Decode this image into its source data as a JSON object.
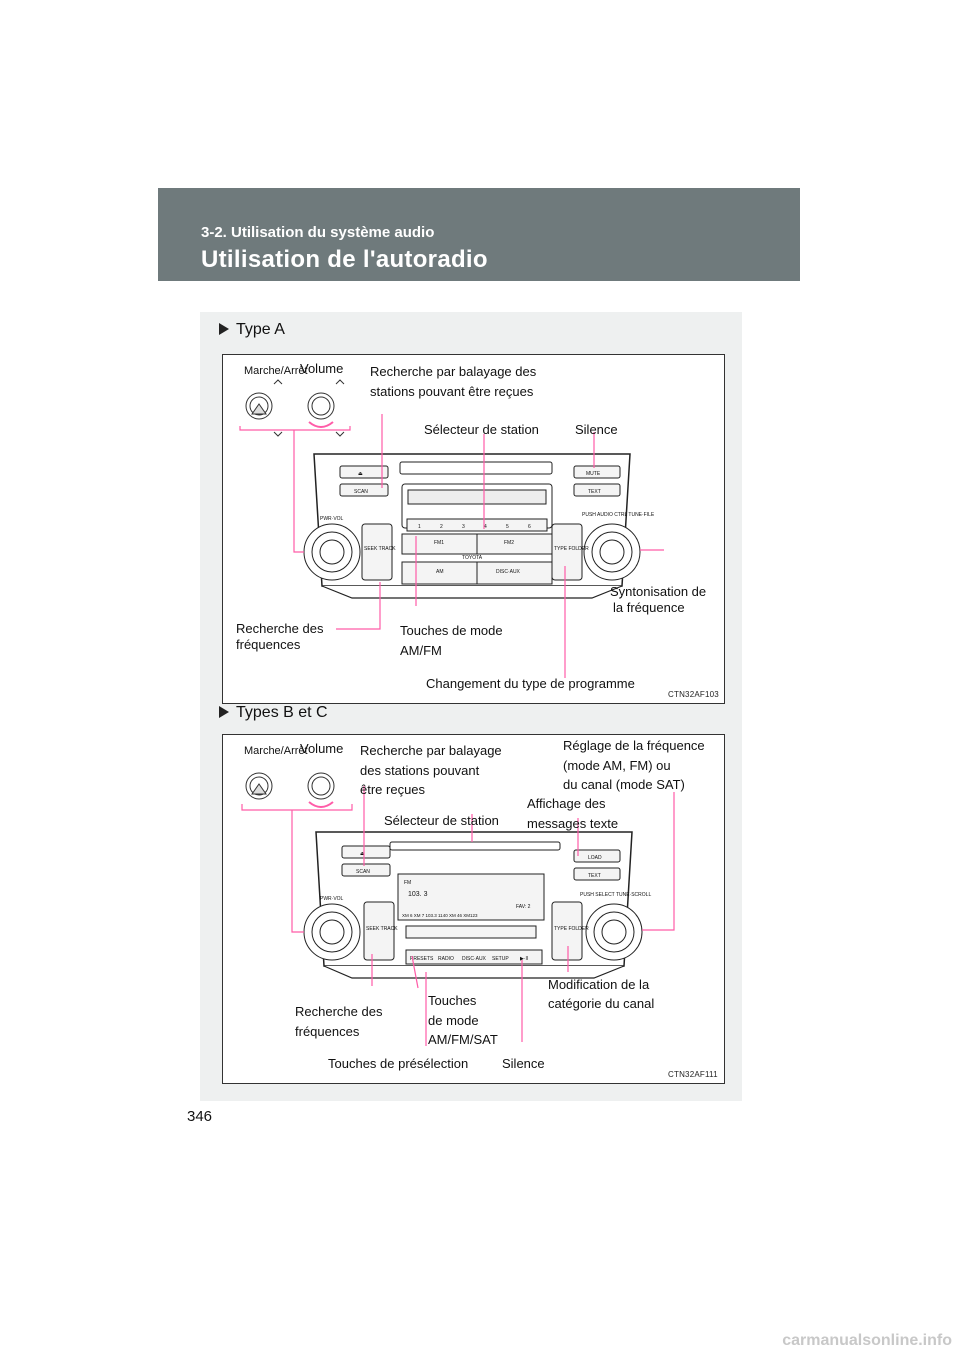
{
  "header": {
    "subtitle": "3-2. Utilisation du système audio",
    "title": "Utilisation de l'autoradio"
  },
  "type_a": {
    "heading": "Type A",
    "knob_power": "Marche/Arrêt",
    "knob_volume": "Volume",
    "scan_label_1": "Recherche par balayage des",
    "scan_label_2": "stations pouvant être reçues",
    "station_selector": "Sélecteur de station",
    "mute": "Silence",
    "tune_1": "Syntonisation de",
    "tune_2": "la fréquence",
    "seek_1": "Recherche des",
    "seek_2": "fréquences",
    "mode_1": "Touches de mode",
    "mode_2": "AM/FM",
    "program_type": "Changement du type de programme",
    "code": "CTN32AF103",
    "unit": {
      "eject": "⏏",
      "scan": "SCAN",
      "mute": "MUTE",
      "text": "TEXT",
      "pwr": "PWR·VOL",
      "seek": "SEEK TRACK",
      "type": "TYPE FOLDER",
      "tune": "PUSH AUDIO CTRL TUNE·FILE",
      "presets": [
        "1",
        "2",
        "3",
        "4",
        "5",
        "6"
      ],
      "fm1": "FM1",
      "fm2": "FM2",
      "brand": "TOYOTA",
      "am": "AM",
      "disc": "DISC·AUX"
    }
  },
  "type_bc": {
    "heading": "Types B et C",
    "knob_power": "Marche/Arrêt",
    "knob_volume": "Volume",
    "scan_1": "Recherche par balayage",
    "scan_2": "des stations pouvant",
    "scan_3": "être reçues",
    "freq_1": "Réglage de la fréquence",
    "freq_2": "(mode AM, FM) ou",
    "freq_3": "du canal (mode SAT)",
    "text_1": "Affichage des",
    "text_2": "messages texte",
    "station_selector": "Sélecteur de station",
    "category_1": "Modification de la",
    "category_2": "catégorie du canal",
    "seek_1": "Recherche des",
    "seek_2": "fréquences",
    "mode_1": "Touches",
    "mode_2": "de mode",
    "mode_3": "AM/FM/SAT",
    "presets_label": "Touches de présélection",
    "mute": "Silence",
    "code": "CTN32AF111",
    "unit": {
      "eject": "⏏",
      "scan": "SCAN",
      "load": "LOAD",
      "text": "TEXT",
      "pwr": "PWR·VOL",
      "seek": "SEEK TRACK",
      "type": "TYPE FOLDER",
      "tune": "PUSH SELECT TUNE·SCROLL",
      "display_band": "FM",
      "display_freq": "103. 3",
      "display_fav": "FAV: 2",
      "display_row": "XM 6   XM 7   103.3   1140   XM 46   XM123",
      "btn_presets": "PRESETS",
      "btn_radio": "RADIO",
      "btn_disc": "DISC·AUX",
      "btn_setup": "SETUP",
      "btn_play": "▶·II"
    }
  },
  "page_number": "346",
  "watermark": "carmanualsonline.info",
  "colors": {
    "header_bg": "#6f7a7c",
    "panel_bg": "#eef0f0",
    "leader": "#ff5ca8"
  }
}
